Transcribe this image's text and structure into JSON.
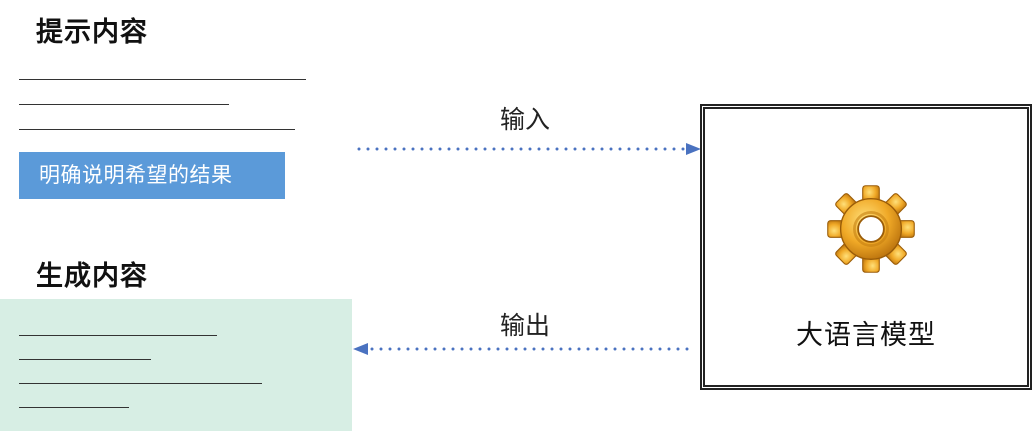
{
  "prompt": {
    "title": "提示内容",
    "highlight": "明确说明希望的结果"
  },
  "output": {
    "title": "生成内容"
  },
  "arrows": {
    "input_label": "输入",
    "output_label": "输出"
  },
  "model": {
    "label": "大语言模型",
    "icon": "gear-icon"
  },
  "colors": {
    "highlight_blue": "#5b9ad9",
    "output_green": "#d7eee4",
    "arrow_blue": "#4a72c0",
    "gear_gold": "#f0a927"
  }
}
